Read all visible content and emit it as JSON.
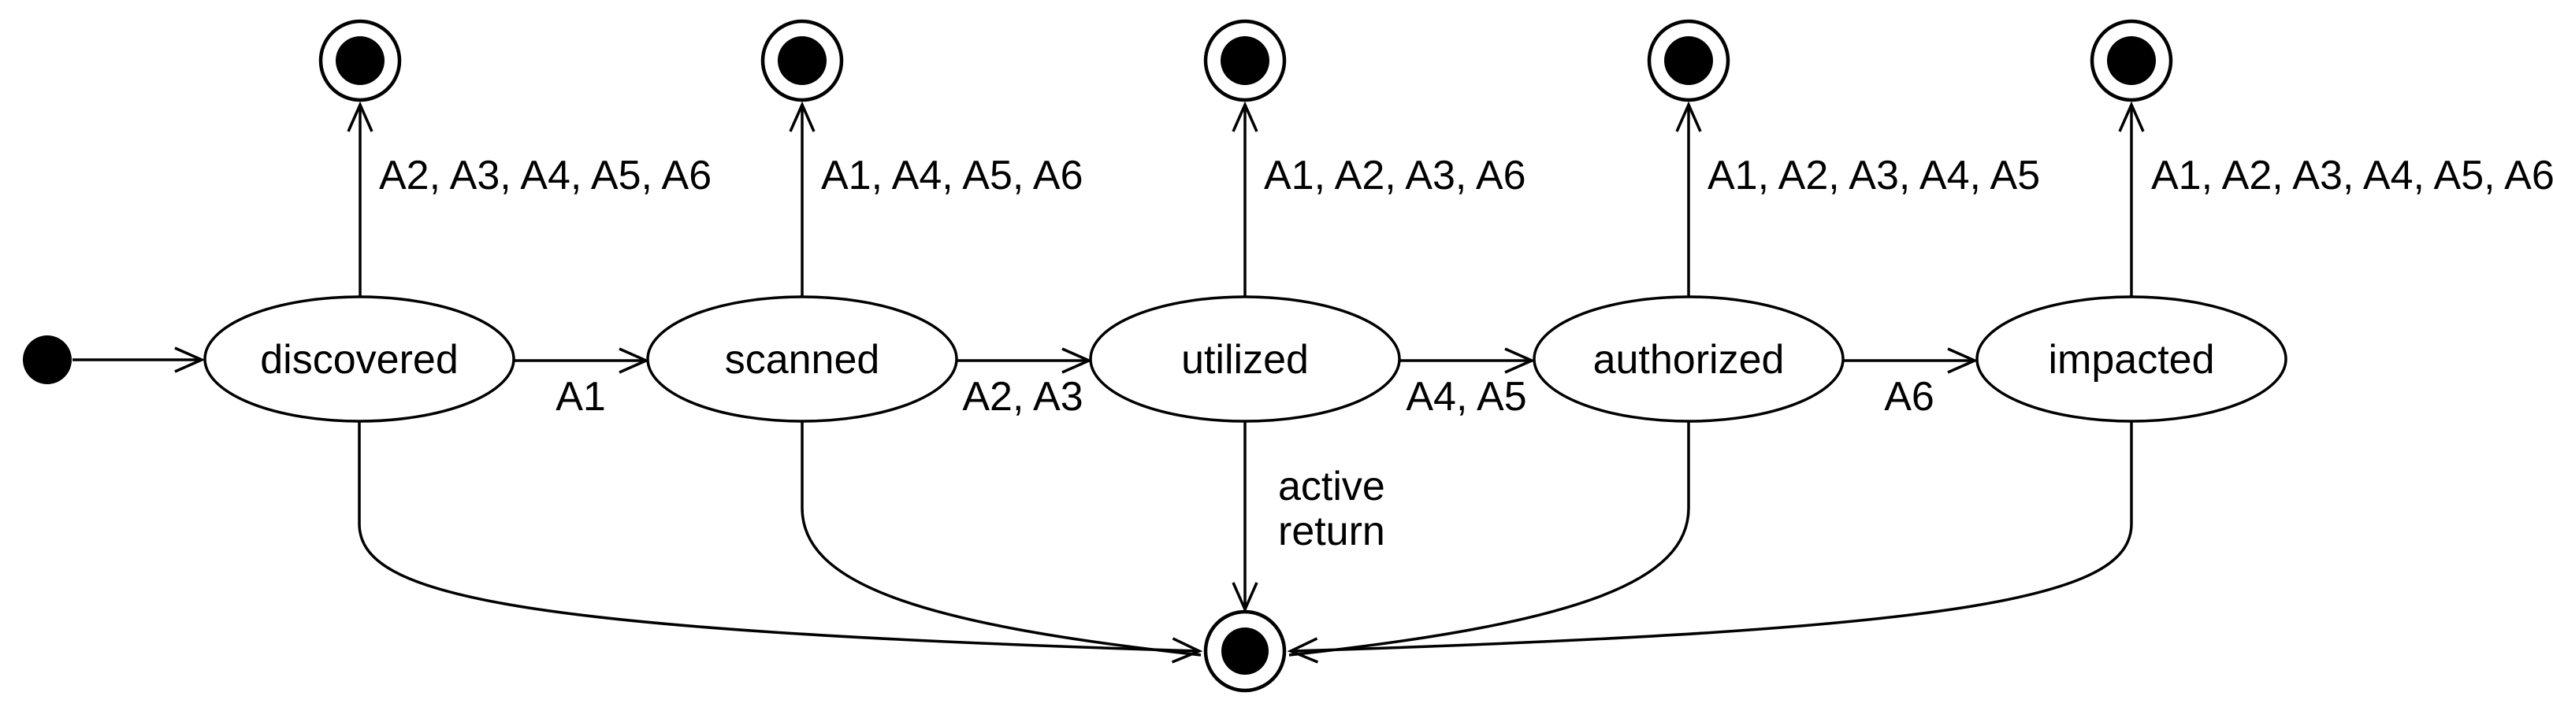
{
  "states": [
    {
      "name": "discovered",
      "to_final_label": "A2, A3, A4, A5, A6"
    },
    {
      "name": "scanned",
      "to_final_label": "A1, A4, A5, A6"
    },
    {
      "name": "utilized",
      "to_final_label": "A1, A2, A3, A6"
    },
    {
      "name": "authorized",
      "to_final_label": "A1, A2, A3, A4, A5"
    },
    {
      "name": "impacted",
      "to_final_label": "A1, A2, A3, A4, A5, A6"
    }
  ],
  "transitions": [
    {
      "from": "discovered",
      "to": "scanned",
      "label": "A1"
    },
    {
      "from": "scanned",
      "to": "utilized",
      "label": "A2, A3"
    },
    {
      "from": "utilized",
      "to": "authorized",
      "label": "A4, A5"
    },
    {
      "from": "authorized",
      "to": "impacted",
      "label": "A6"
    }
  ],
  "return_transition": {
    "label_line1": "active",
    "label_line2": "return"
  },
  "colors": {
    "stroke": "#000000",
    "background": "#ffffff"
  }
}
